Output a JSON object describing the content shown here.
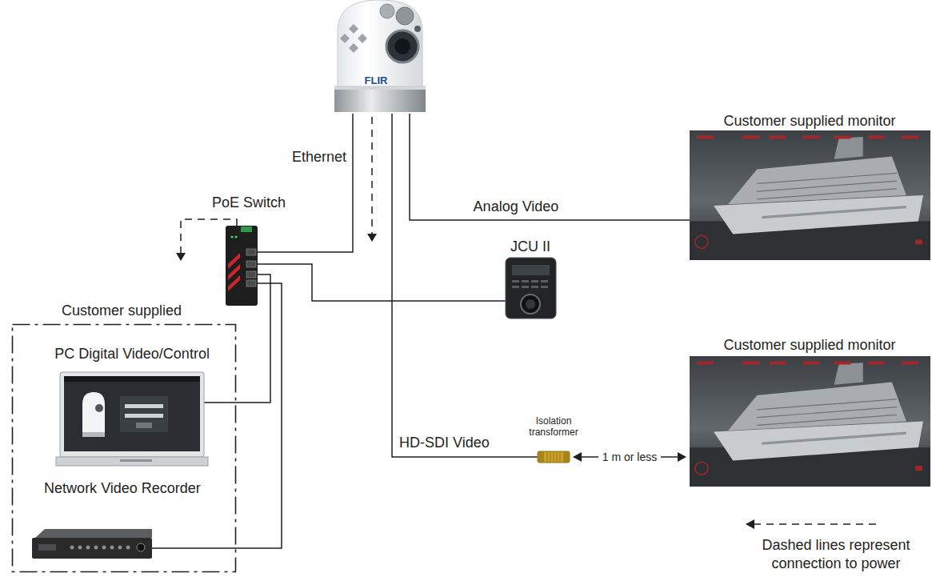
{
  "diagram": {
    "nodes": [
      {
        "text": [
          "FLIR"
        ]
      },
      {
        "text": [
          "PoE Switch"
        ]
      },
      {
        "text": [
          "JCU II"
        ]
      },
      {
        "text": [
          "Customer supplied"
        ]
      },
      {
        "text": [
          "PC Digital Video/Control"
        ],
        "in": 3
      },
      {
        "text": [
          "Network Video Recorder"
        ],
        "in": 3
      },
      {
        "text": [
          "Customer supplied monitor"
        ]
      },
      {
        "text": [
          "Isolation transformer"
        ]
      },
      {
        "text": [
          "Customer supplied monitor"
        ]
      }
    ],
    "edges": [
      {
        "from": 0,
        "to": 1,
        "arrow": "none",
        "label": "Ethernet"
      },
      {
        "from": 1,
        "to": 2,
        "arrow": "none"
      },
      {
        "from": 1,
        "to": 4,
        "arrow": "none"
      },
      {
        "from": 1,
        "to": 5,
        "arrow": "none"
      },
      {
        "from": 0,
        "to": 6,
        "arrow": "none",
        "label": "Analog Video"
      },
      {
        "from": 0,
        "to": 7,
        "arrow": "none",
        "label": "HD-SDI Video"
      }
    ],
    "labels": [
      "1 m or less"
    ],
    "legend": [
      {
        "text": "Dashed lines represent connection to power"
      }
    ]
  }
}
